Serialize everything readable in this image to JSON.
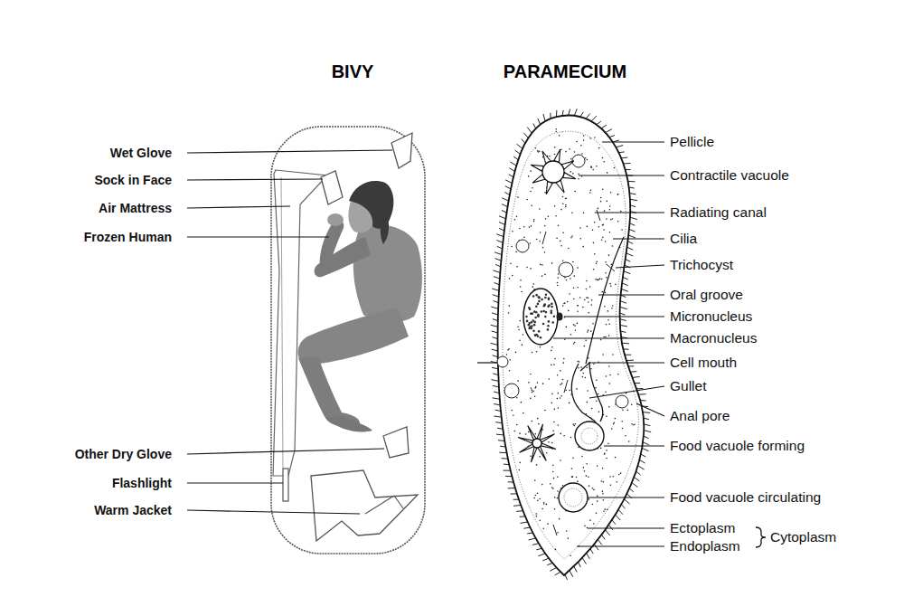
{
  "diagram": {
    "labels": [
      "BIVY",
      "PARAMECIUM",
      "Wet Glove",
      "Sock in Face",
      "Air Mattress",
      "Frozen Human",
      "Other Dry Glove",
      "Flashlight",
      "Warm Jacket",
      "Pellicle",
      "Contractile vacuole",
      "Radiating canal",
      "Cilia",
      "Trichocyst",
      "Oral groove",
      "Micronucleus",
      "Macronucleus",
      "Cell mouth",
      "Gullet",
      "Anal pore",
      "Food vacuole forming",
      "Food vacuole circulating",
      "Ectoplasm",
      "Endoplasm",
      "Cytoplasm"
    ]
  }
}
